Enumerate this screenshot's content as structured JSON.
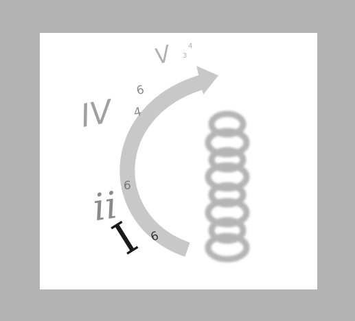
{
  "colors": {
    "frame": "#b3b3b3",
    "canvas": "#ffffff",
    "arrow": "#c8c8c8",
    "text_light": "#9a9a9a",
    "text_mid": "#7a7a7a",
    "text_dark": "#1a1a1a",
    "eights": "#b5b5b5"
  },
  "icons": {
    "arrow": "curved-arrow-icon",
    "eights": "stacked-eights-icon"
  },
  "chords": [
    {
      "numeral": "I",
      "figure_top": "6",
      "figure_bottom": ""
    },
    {
      "numeral": "ii",
      "figure_top": "6",
      "figure_bottom": ""
    },
    {
      "numeral": "IV",
      "figure_top": "6",
      "figure_bottom": "4"
    },
    {
      "numeral": "V",
      "figure_top": "4",
      "figure_bottom": "3"
    }
  ]
}
